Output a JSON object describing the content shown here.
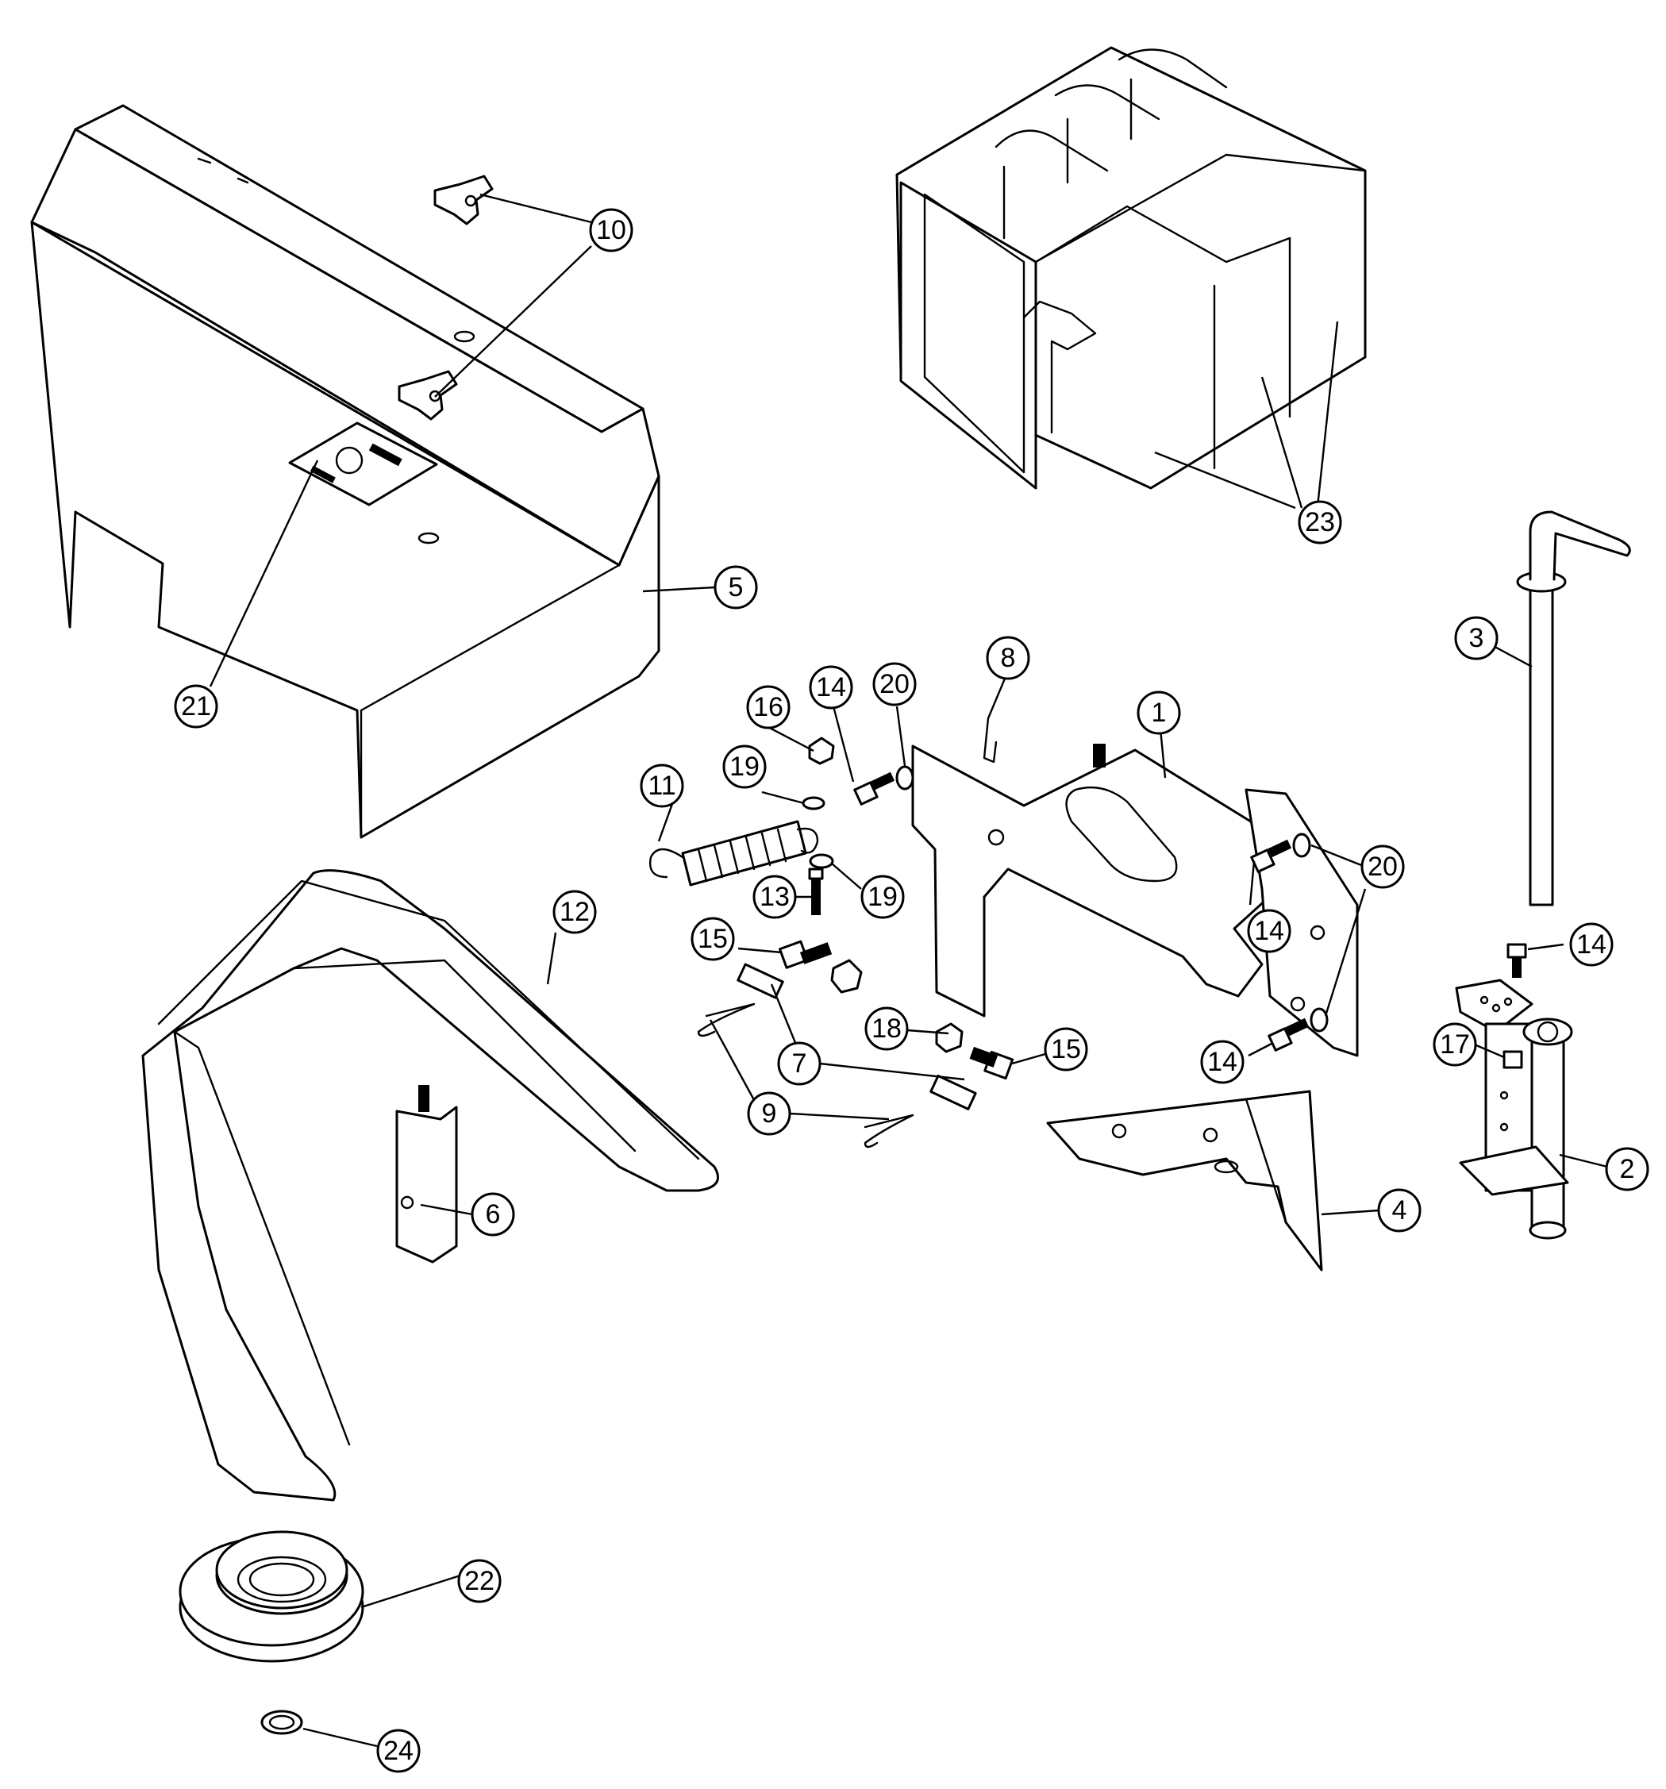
{
  "callouts": {
    "c1": "1",
    "c2": "2",
    "c3": "3",
    "c4": "4",
    "c5": "5",
    "c6": "6",
    "c7": "7",
    "c8": "8",
    "c9": "9",
    "c10": "10",
    "c11": "11",
    "c12": "12",
    "c13": "13",
    "c14a": "14",
    "c14b": "14",
    "c14c": "14",
    "c14d": "14",
    "c15a": "15",
    "c15b": "15",
    "c16": "16",
    "c17": "17",
    "c18": "18",
    "c19a": "19",
    "c19b": "19",
    "c20a": "20",
    "c20b": "20",
    "c21": "21",
    "c22": "22",
    "c23": "23",
    "c24": "24"
  }
}
